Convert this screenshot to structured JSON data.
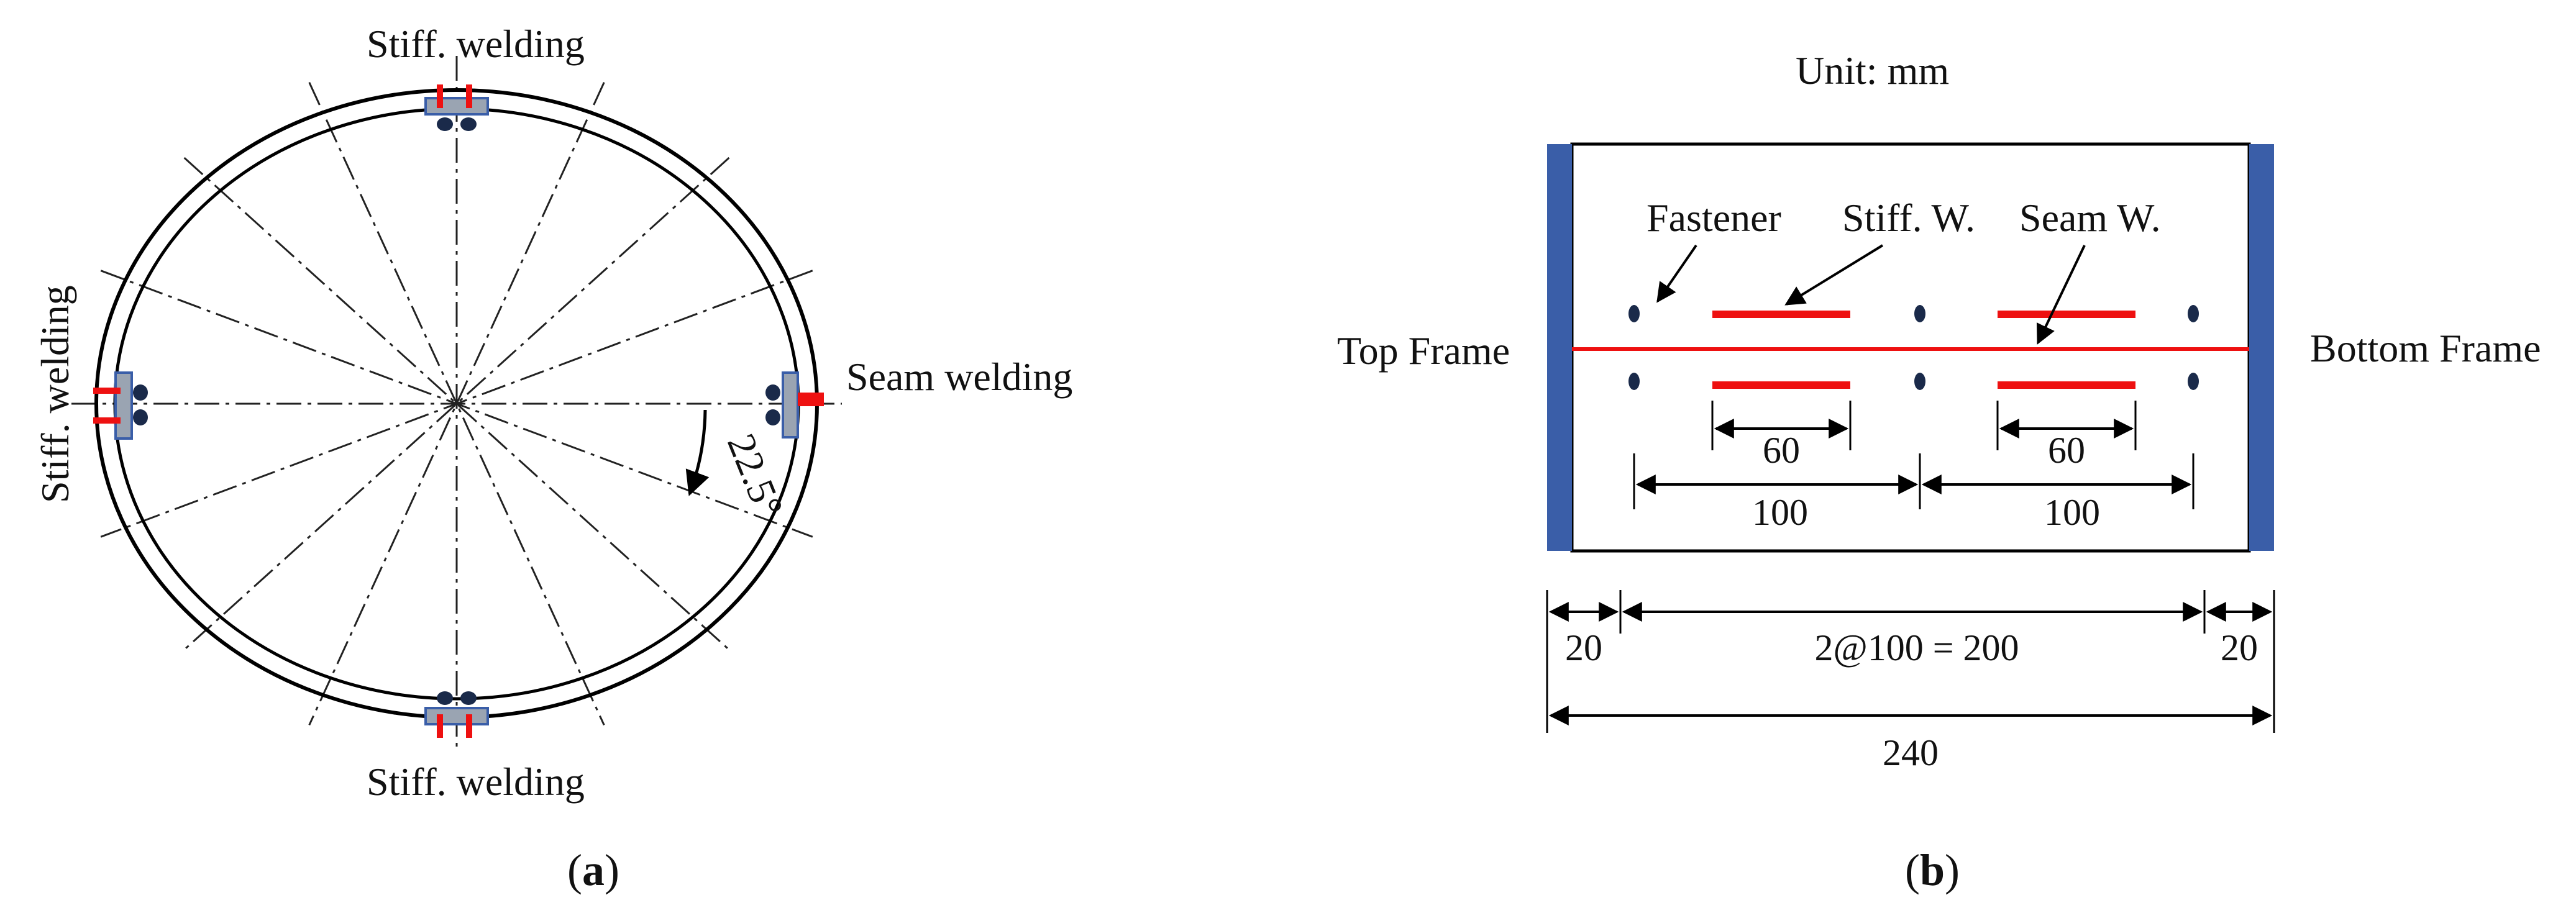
{
  "colors": {
    "line": "#000000",
    "weld_red": "#ee1111",
    "frame_blue": "#3a5ea8",
    "plate_gray": "#9aa4b2",
    "plate_edge": "#3a5ea8",
    "fastener": "#1a2a4a"
  },
  "panel_a": {
    "label_top": "Stiff. welding",
    "label_bottom": "Stiff. welding",
    "label_left": "Stiff. welding",
    "label_right": "Seam welding",
    "angle_label": "22.5°",
    "caption_open": "(",
    "caption_letter": "a",
    "caption_close": ")"
  },
  "panel_b": {
    "unit": "Unit: mm",
    "fastener_label": "Fastener",
    "stiff_label": "Stiff. W.",
    "seam_label": "Seam W.",
    "top_frame": "Top Frame",
    "bottom_frame": "Bottom Frame",
    "dim_60_left": "60",
    "dim_60_right": "60",
    "dim_100_left": "100",
    "dim_100_right": "100",
    "dim_20_left": "20",
    "dim_20_right": "20",
    "dim_middle": "2@100 = 200",
    "dim_total": "240",
    "caption_open": "(",
    "caption_letter": "b",
    "caption_close": ")"
  }
}
